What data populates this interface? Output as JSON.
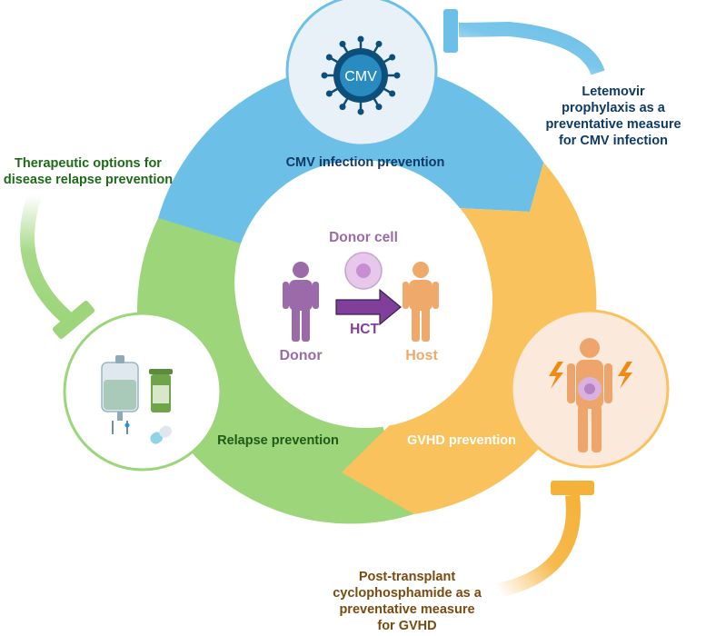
{
  "segments": {
    "cmv": {
      "label": "CMV infection prevention",
      "color": "#6cc0e8"
    },
    "gvhd": {
      "label": "GVHD prevention",
      "color": "#fac25c"
    },
    "relapse": {
      "label": "Relapse prevention",
      "color": "#9cd57a"
    }
  },
  "center": {
    "donor_cell_label": "Donor cell",
    "donor_label": "Donor",
    "host_label": "Host",
    "transfer_label": "HCT",
    "donor_color": "#9b6aa8",
    "host_color": "#efa96a",
    "arrow_color": "#7f3f9b"
  },
  "badges": {
    "virus_label": "CMV"
  },
  "notes": {
    "cmv": {
      "lines": [
        "Letemovir",
        "prophylaxis as a",
        "preventative measure",
        "for CMV infection"
      ],
      "color": "#0f3a66"
    },
    "relapse": {
      "lines": [
        "Therapeutic options for",
        "disease relapse prevention"
      ],
      "color": "#1f6a1a"
    },
    "gvhd": {
      "lines": [
        "Post-transplant",
        "cyclophosphamide as a",
        "preventative measure",
        "for GVHD"
      ],
      "color": "#7a4b10"
    }
  },
  "icons": {
    "virus": "virus-icon",
    "iv_bag": "iv-bag-icon",
    "pill_bottle": "pill-bottle-icon",
    "capsule": "capsule-icon",
    "patient": "patient-gvhd-icon",
    "lightning": "lightning-icon",
    "donor_person": "person-icon",
    "host_person": "person-icon",
    "donor_cell": "cell-icon",
    "transfer_arrow": "arrow-right-icon"
  }
}
